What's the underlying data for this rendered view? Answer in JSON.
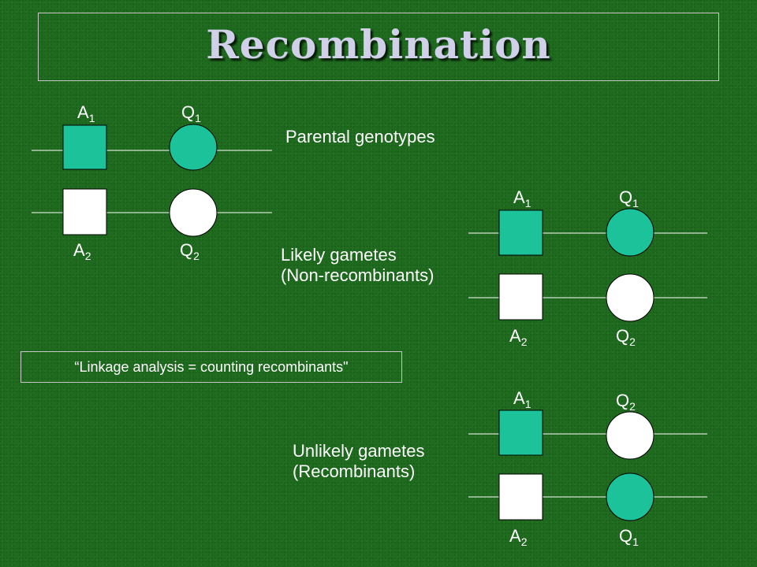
{
  "title": "Recombination",
  "colors": {
    "background": "#1e6b1e",
    "filled_allele": "#1cc39a",
    "empty_allele": "#ffffff",
    "line": "#ffffff"
  },
  "groups": {
    "parental": {
      "label": "Parental genotypes",
      "top": {
        "left_letter": "A",
        "left_sub": "1",
        "right_letter": "Q",
        "right_sub": "1"
      },
      "bottom": {
        "left_letter": "A",
        "left_sub": "2",
        "right_letter": "Q",
        "right_sub": "2"
      }
    },
    "likely": {
      "label_line1": "Likely gametes",
      "label_line2": "(Non-recombinants)",
      "top": {
        "left_letter": "A",
        "left_sub": "1",
        "right_letter": "Q",
        "right_sub": "1"
      },
      "bottom": {
        "left_letter": "A",
        "left_sub": "2",
        "right_letter": "Q",
        "right_sub": "2"
      }
    },
    "unlikely": {
      "label_line1": "Unlikely gametes",
      "label_line2": "(Recombinants)",
      "top": {
        "left_letter": "A",
        "left_sub": "1",
        "right_letter": "Q",
        "right_sub": "2"
      },
      "bottom": {
        "left_letter": "A",
        "left_sub": "2",
        "right_letter": "Q",
        "right_sub": "1"
      }
    }
  },
  "quote": "“Linkage analysis = counting recombinants\""
}
